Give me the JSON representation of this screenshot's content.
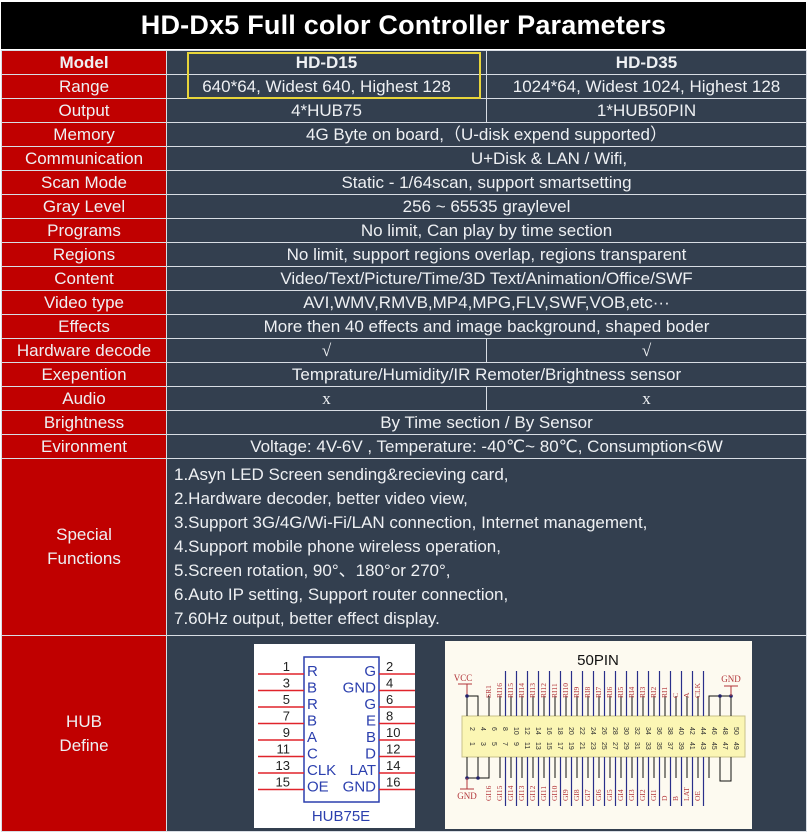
{
  "title": "HD-Dx5 Full color Controller Parameters",
  "header": {
    "label": "Model",
    "models": [
      "HD-D15",
      "HD-D35"
    ]
  },
  "rows": [
    {
      "label": "Range",
      "values": [
        "640*64, Widest 640, Highest 128",
        "1024*64, Widest 1024, Highest 128"
      ]
    },
    {
      "label": "Output",
      "values": [
        "4*HUB75",
        "1*HUB50PIN"
      ]
    },
    {
      "label": "Memory",
      "value": "4G Byte on board,（U-disk expend supported）"
    },
    {
      "label": "Communication",
      "value": "U+Disk & LAN / Wifi,"
    },
    {
      "label": "Scan Mode",
      "value": "Static - 1/64scan,  support smartsetting"
    },
    {
      "label": "Gray Level",
      "value": "256 ~ 65535 graylevel"
    },
    {
      "label": "Programs",
      "value": "No limit,  Can play by time section"
    },
    {
      "label": "Regions",
      "value": "No limit,  support regions overlap,  regions transparent"
    },
    {
      "label": "Content",
      "value": "Video/Text/Picture/Time/3D Text/Animation/Office/SWF"
    },
    {
      "label": "Video type",
      "value": "AVI,WMV,RMVB,MP4,MPG,FLV,SWF,VOB,etc···"
    },
    {
      "label": "Effects",
      "value": "More then 40 effects and image background, shaped boder"
    },
    {
      "label": "Hardware decode",
      "values": [
        "√",
        "√"
      ]
    },
    {
      "label": "Exepention",
      "value": "Temprature/Humidity/IR Remoter/Brightness sensor"
    },
    {
      "label": "Audio",
      "values": [
        "x",
        "x"
      ]
    },
    {
      "label": "Brightness",
      "value": "By Time section / By Sensor"
    },
    {
      "label": "Evironment",
      "value": "Voltage: 4V-6V ,  Temperature: -40℃~ 80℃,  Consumption<6W"
    }
  ],
  "special": {
    "label_line1": "Special",
    "label_line2": "Functions",
    "items": [
      "1.Asyn LED Screen sending&recieving card,",
      "2.Hardware decoder, better video view,",
      "3.Support 3G/4G/Wi-Fi/LAN connection,  Internet management,",
      "4.Support mobile phone wireless operation,",
      "5.Screen rotation,  90°、180°or 270°,",
      "6.Auto IP setting,  Support router connection,",
      "7.60Hz output, better effect display."
    ]
  },
  "hub": {
    "label_line1": "HUB",
    "label_line2": "Define",
    "hub75": {
      "name": "HUB75E",
      "left_pins": [
        {
          "num": "1",
          "sig": "R"
        },
        {
          "num": "3",
          "sig": "B"
        },
        {
          "num": "5",
          "sig": "R"
        },
        {
          "num": "7",
          "sig": "B"
        },
        {
          "num": "9",
          "sig": "A"
        },
        {
          "num": "11",
          "sig": "C"
        },
        {
          "num": "13",
          "sig": "CLK"
        },
        {
          "num": "15",
          "sig": "OE"
        }
      ],
      "right_pins": [
        {
          "num": "2",
          "sig": "G"
        },
        {
          "num": "4",
          "sig": "GND"
        },
        {
          "num": "6",
          "sig": "G"
        },
        {
          "num": "8",
          "sig": "E"
        },
        {
          "num": "10",
          "sig": "B"
        },
        {
          "num": "12",
          "sig": "D"
        },
        {
          "num": "14",
          "sig": "LAT"
        },
        {
          "num": "16",
          "sig": "GND"
        }
      ]
    },
    "hub50": {
      "name": "50PIN",
      "vcc": "VCC",
      "gnd": "GND",
      "top_signals": [
        "SR1",
        "RI16",
        "RI15",
        "RI14",
        "RI13",
        "RI12",
        "RI11",
        "RI10",
        "RI9",
        "RI8",
        "RI7",
        "RI6",
        "RI5",
        "RI4",
        "RI3",
        "RI2",
        "RI1",
        "C",
        "A",
        "CLK"
      ],
      "bottom_signals": [
        "GI16",
        "GI15",
        "GI14",
        "GI13",
        "GI12",
        "GI11",
        "GI10",
        "GI9",
        "GI8",
        "GI7",
        "GI6",
        "GI5",
        "GI4",
        "GI3",
        "GI2",
        "GI1",
        "D",
        "B",
        "LAT",
        "OE"
      ],
      "even_pins": [
        "2",
        "4",
        "6",
        "8",
        "10",
        "12",
        "14",
        "16",
        "18",
        "20",
        "22",
        "24",
        "26",
        "28",
        "30",
        "32",
        "34",
        "36",
        "38",
        "40",
        "42",
        "44",
        "46",
        "48",
        "50"
      ],
      "odd_pins": [
        "1",
        "3",
        "5",
        "7",
        "9",
        "11",
        "13",
        "15",
        "17",
        "19",
        "21",
        "23",
        "25",
        "27",
        "29",
        "31",
        "33",
        "35",
        "37",
        "39",
        "41",
        "43",
        "45",
        "47",
        "49"
      ]
    }
  }
}
